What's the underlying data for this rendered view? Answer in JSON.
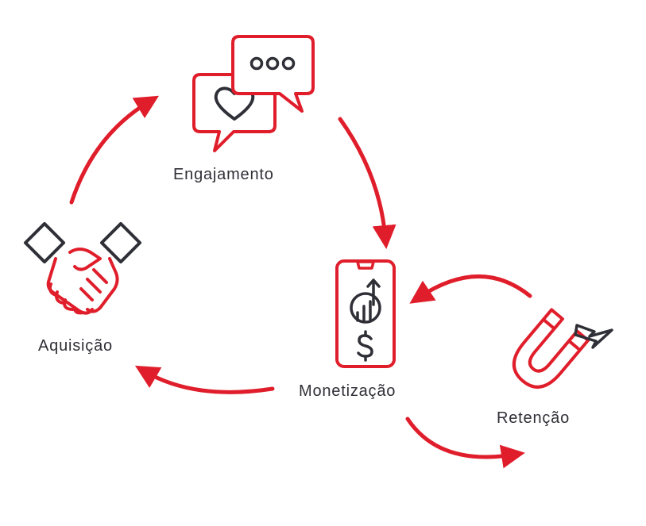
{
  "nodes": {
    "engajamento": {
      "label": "Engajamento",
      "icon": "chat-bubbles-heart-icon"
    },
    "aquisicao": {
      "label": "Aquisição",
      "icon": "handshake-icon"
    },
    "monetizacao": {
      "label": "Monetização",
      "icon": "smartphone-growth-dollar-icon"
    },
    "retencao": {
      "label": "Retenção",
      "icon": "magnet-lightning-icon"
    }
  },
  "colors": {
    "accent": "#e01e2b",
    "outline": "#2f2f37"
  }
}
